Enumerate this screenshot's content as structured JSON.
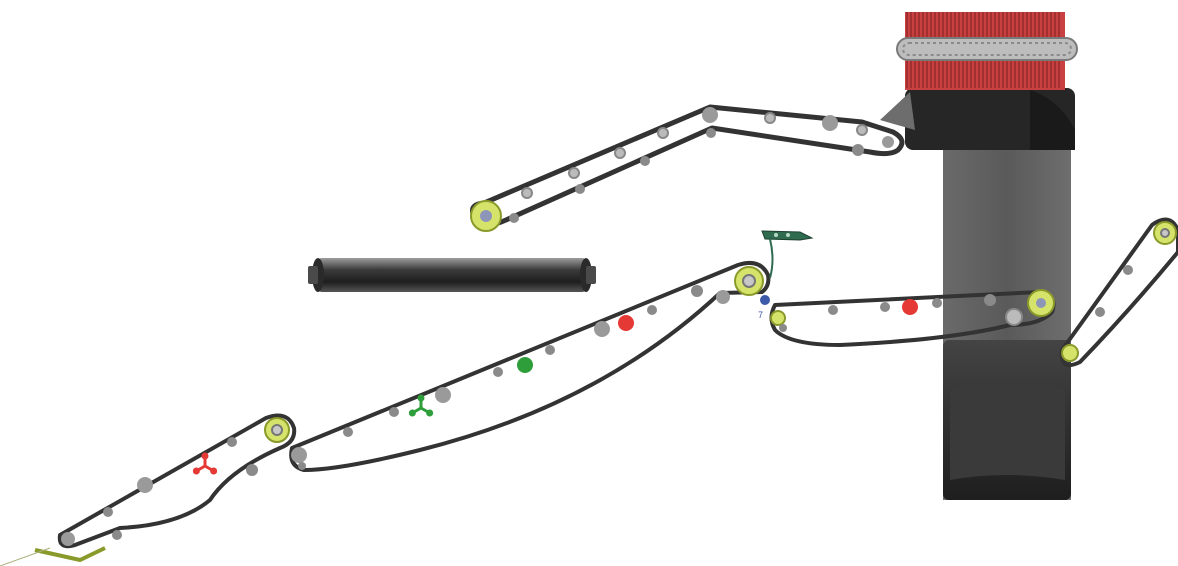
{
  "diagram": {
    "kind": "conveyor-belt-mechanism-schematic",
    "colors": {
      "belt": "#3b3b3b",
      "roller": "#9a9a9a",
      "idler": "#7f7f7f",
      "drive_pulley": "#d6e36a",
      "frame": "#5f5f5f",
      "frame_dark": "#2e2e2e",
      "stack_red": "#d23b3b",
      "accent_red": "#e53935",
      "accent_green": "#2e9e3a",
      "accent_blue": "#3d5aa8",
      "sensor_green": "#2f6b4f",
      "guide_olive": "#8a9a2a"
    },
    "markers": [
      {
        "shape": "tri-star",
        "color": "accent_red"
      },
      {
        "shape": "tri-star",
        "color": "accent_green"
      },
      {
        "shape": "dot",
        "color": "accent_green"
      },
      {
        "shape": "dot",
        "color": "accent_red"
      },
      {
        "shape": "dot",
        "color": "accent_red"
      },
      {
        "shape": "dot",
        "color": "accent_blue"
      }
    ],
    "label": "7"
  }
}
